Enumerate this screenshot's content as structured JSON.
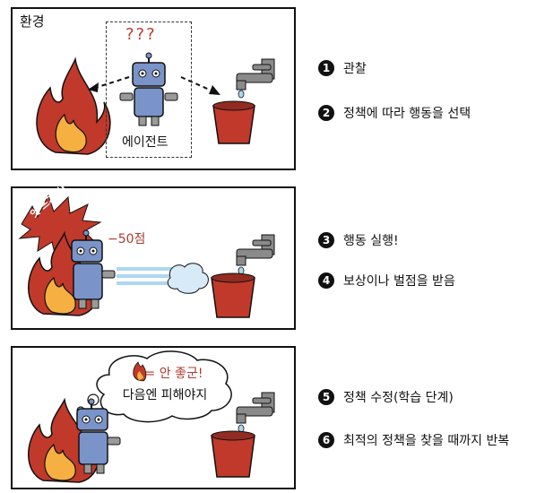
{
  "panel1": {
    "env_label": "환경",
    "question_marks": "???",
    "agent_label": "에이전트"
  },
  "panel2": {
    "burst_text": "앗 뜨거워!",
    "penalty_text": "−50점"
  },
  "panel3": {
    "thought_line1": "= 안 좋군!",
    "thought_line2": "다음엔 피해야지"
  },
  "steps": [
    {
      "number": "1",
      "text": "관찰"
    },
    {
      "number": "2",
      "text": "정책에 따라 행동을 선택"
    },
    {
      "number": "3",
      "text": "행동 실행!"
    },
    {
      "number": "4",
      "text": "보상이나 벌점을 받음"
    },
    {
      "number": "5",
      "text": "정책 수정(학습 단계)"
    },
    {
      "number": "6",
      "text": "최적의 정책을 찾을 때까지 반복"
    }
  ],
  "colors": {
    "robot": "#7a93c9",
    "flame_outer": "#c0392b",
    "flame_inner": "#f39c12",
    "bucket": "#c0392b",
    "tap": "#8a8a8a",
    "penalty": "#b03a2e"
  }
}
